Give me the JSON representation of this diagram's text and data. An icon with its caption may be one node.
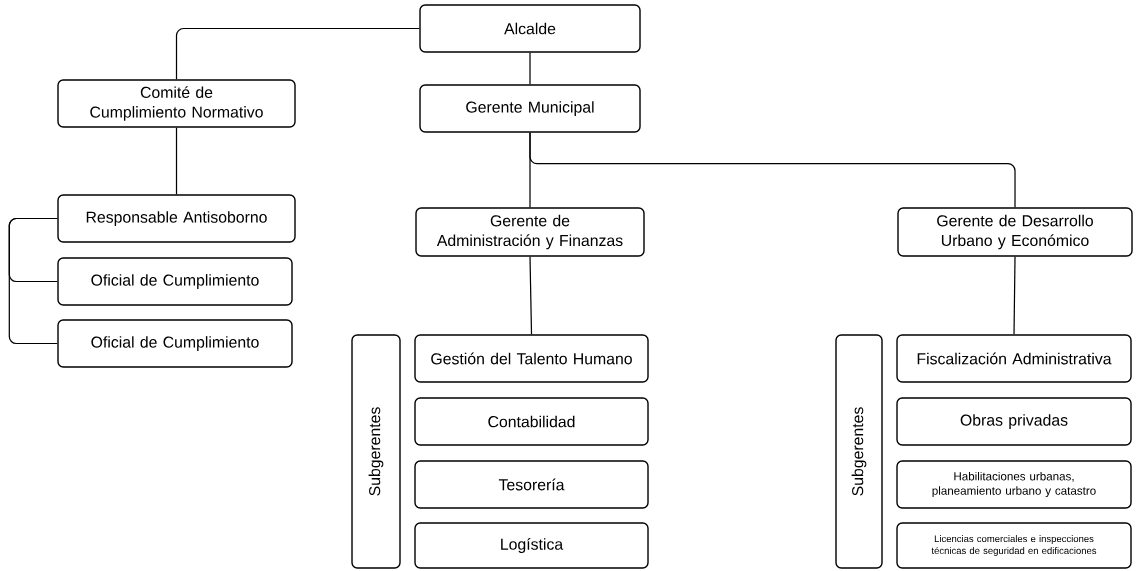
{
  "diagram": {
    "nodes": [
      {
        "text": [
          "Alcalde"
        ]
      },
      {
        "text": [
          "Comité de Cumplimiento Normativo"
        ]
      },
      {
        "text": [
          "Gerente Municipal"
        ]
      },
      {
        "text": [
          "Responsable Antisoborno"
        ]
      },
      {
        "text": [
          "Oficial de Cumplimiento"
        ]
      },
      {
        "text": [
          "Oficial de Cumplimiento"
        ]
      },
      {
        "text": [
          "Gerente de Administración y Finanzas"
        ]
      },
      {
        "text": [
          "Gerente de Desarrollo Urbano y Económico"
        ]
      },
      {
        "text": [
          "Subgerentes"
        ]
      },
      {
        "text": [
          "Gestión del Talento Humano"
        ]
      },
      {
        "text": [
          "Contabilidad"
        ]
      },
      {
        "text": [
          "Tesorería"
        ]
      },
      {
        "text": [
          "Logística"
        ]
      },
      {
        "text": [
          "Subgerentes"
        ]
      },
      {
        "text": [
          "Fiscalización Administrativa"
        ]
      },
      {
        "text": [
          "Obras privadas"
        ]
      },
      {
        "text": [
          "Habilitaciones urbanas, planeamiento urbano y catastro"
        ]
      },
      {
        "text": [
          "Licencias comerciales e inspecciones técnicas de seguridad en edificaciones"
        ]
      }
    ],
    "edges": [
      {
        "from": 0,
        "to": 1,
        "arrow": "none"
      },
      {
        "from": 0,
        "to": 2,
        "arrow": "none"
      },
      {
        "from": 2,
        "to": 6,
        "arrow": "none"
      },
      {
        "from": 2,
        "to": 7,
        "arrow": "none"
      },
      {
        "from": 1,
        "to": 3,
        "arrow": "none"
      },
      {
        "from": 3,
        "to": 4,
        "arrow": "none"
      },
      {
        "from": 3,
        "to": 5,
        "arrow": "none"
      },
      {
        "from": 6,
        "to": 9,
        "arrow": "none"
      },
      {
        "from": 7,
        "to": 14,
        "arrow": "none"
      }
    ]
  }
}
